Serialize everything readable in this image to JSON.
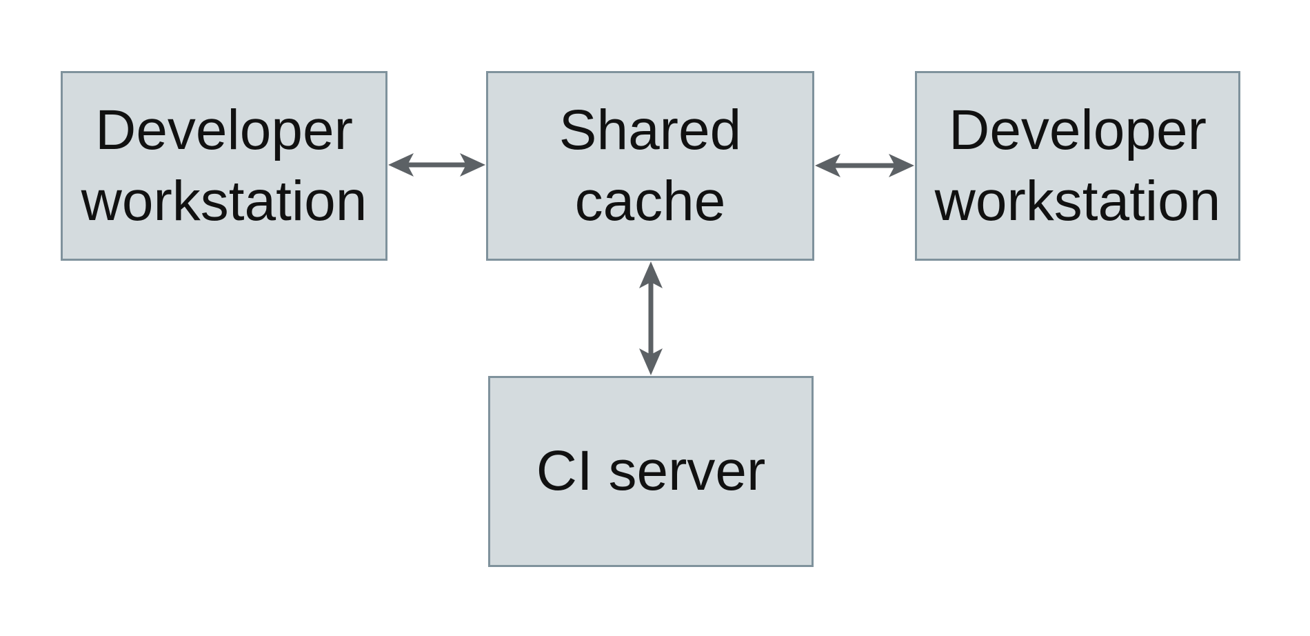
{
  "diagram": {
    "title": "",
    "nodes": [
      {
        "id": "developer-workstation-left",
        "label": "Developer\nworkstation"
      },
      {
        "id": "shared-cache",
        "label": "Shared\ncache"
      },
      {
        "id": "developer-workstation-right",
        "label": "Developer\nworkstation"
      },
      {
        "id": "ci-server",
        "label": "CI server"
      }
    ],
    "edges": [
      {
        "from": "developer-workstation-left",
        "to": "shared-cache",
        "direction": "bidirectional"
      },
      {
        "from": "developer-workstation-right",
        "to": "shared-cache",
        "direction": "bidirectional"
      },
      {
        "from": "ci-server",
        "to": "shared-cache",
        "direction": "bidirectional"
      }
    ],
    "colors": {
      "background": "#ffffff",
      "node_fill": "#d4dbde",
      "node_border": "#7f929c",
      "arrow": "#5c6165",
      "text": "#111111"
    }
  }
}
